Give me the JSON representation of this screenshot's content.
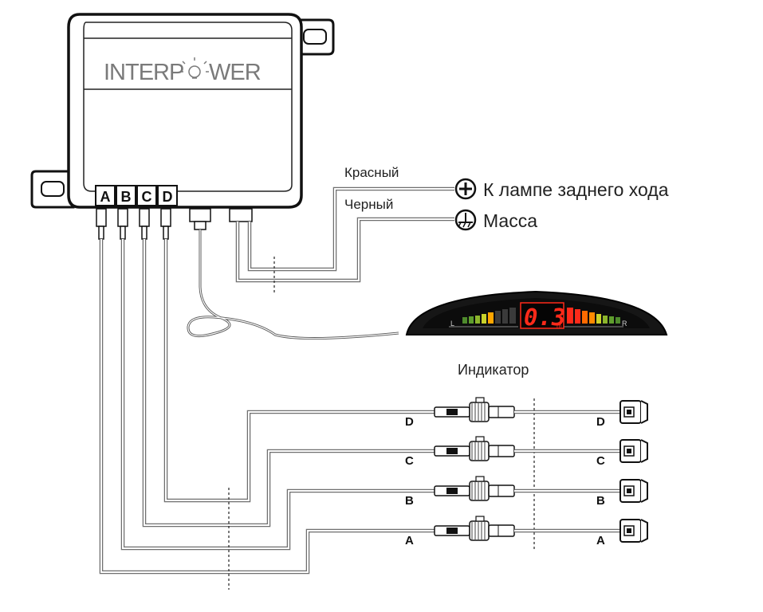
{
  "control_unit": {
    "brand": "INTERPOWER",
    "brand_left": "INTERP",
    "brand_right": "WER",
    "ports": [
      "A",
      "B",
      "C",
      "D"
    ]
  },
  "power_wires": {
    "red_label": "Красный",
    "black_label": "Черный",
    "plus_target": "К лампе заднего хода",
    "ground_target": "Масса"
  },
  "indicator": {
    "caption": "Индикатор",
    "distance_value": "0.3",
    "distance_unit": "m",
    "left_mark": "L",
    "right_mark": "R",
    "colors": {
      "green": "#4e8a2c",
      "yellow": "#c9d22a",
      "orange": "#ff8a00",
      "red": "#ff2a1a",
      "dim": "#3a3a3a"
    }
  },
  "sensors": [
    {
      "label_left": "D",
      "label_right": "D"
    },
    {
      "label_left": "C",
      "label_right": "C"
    },
    {
      "label_left": "B",
      "label_right": "B"
    },
    {
      "label_left": "A",
      "label_right": "A"
    }
  ]
}
